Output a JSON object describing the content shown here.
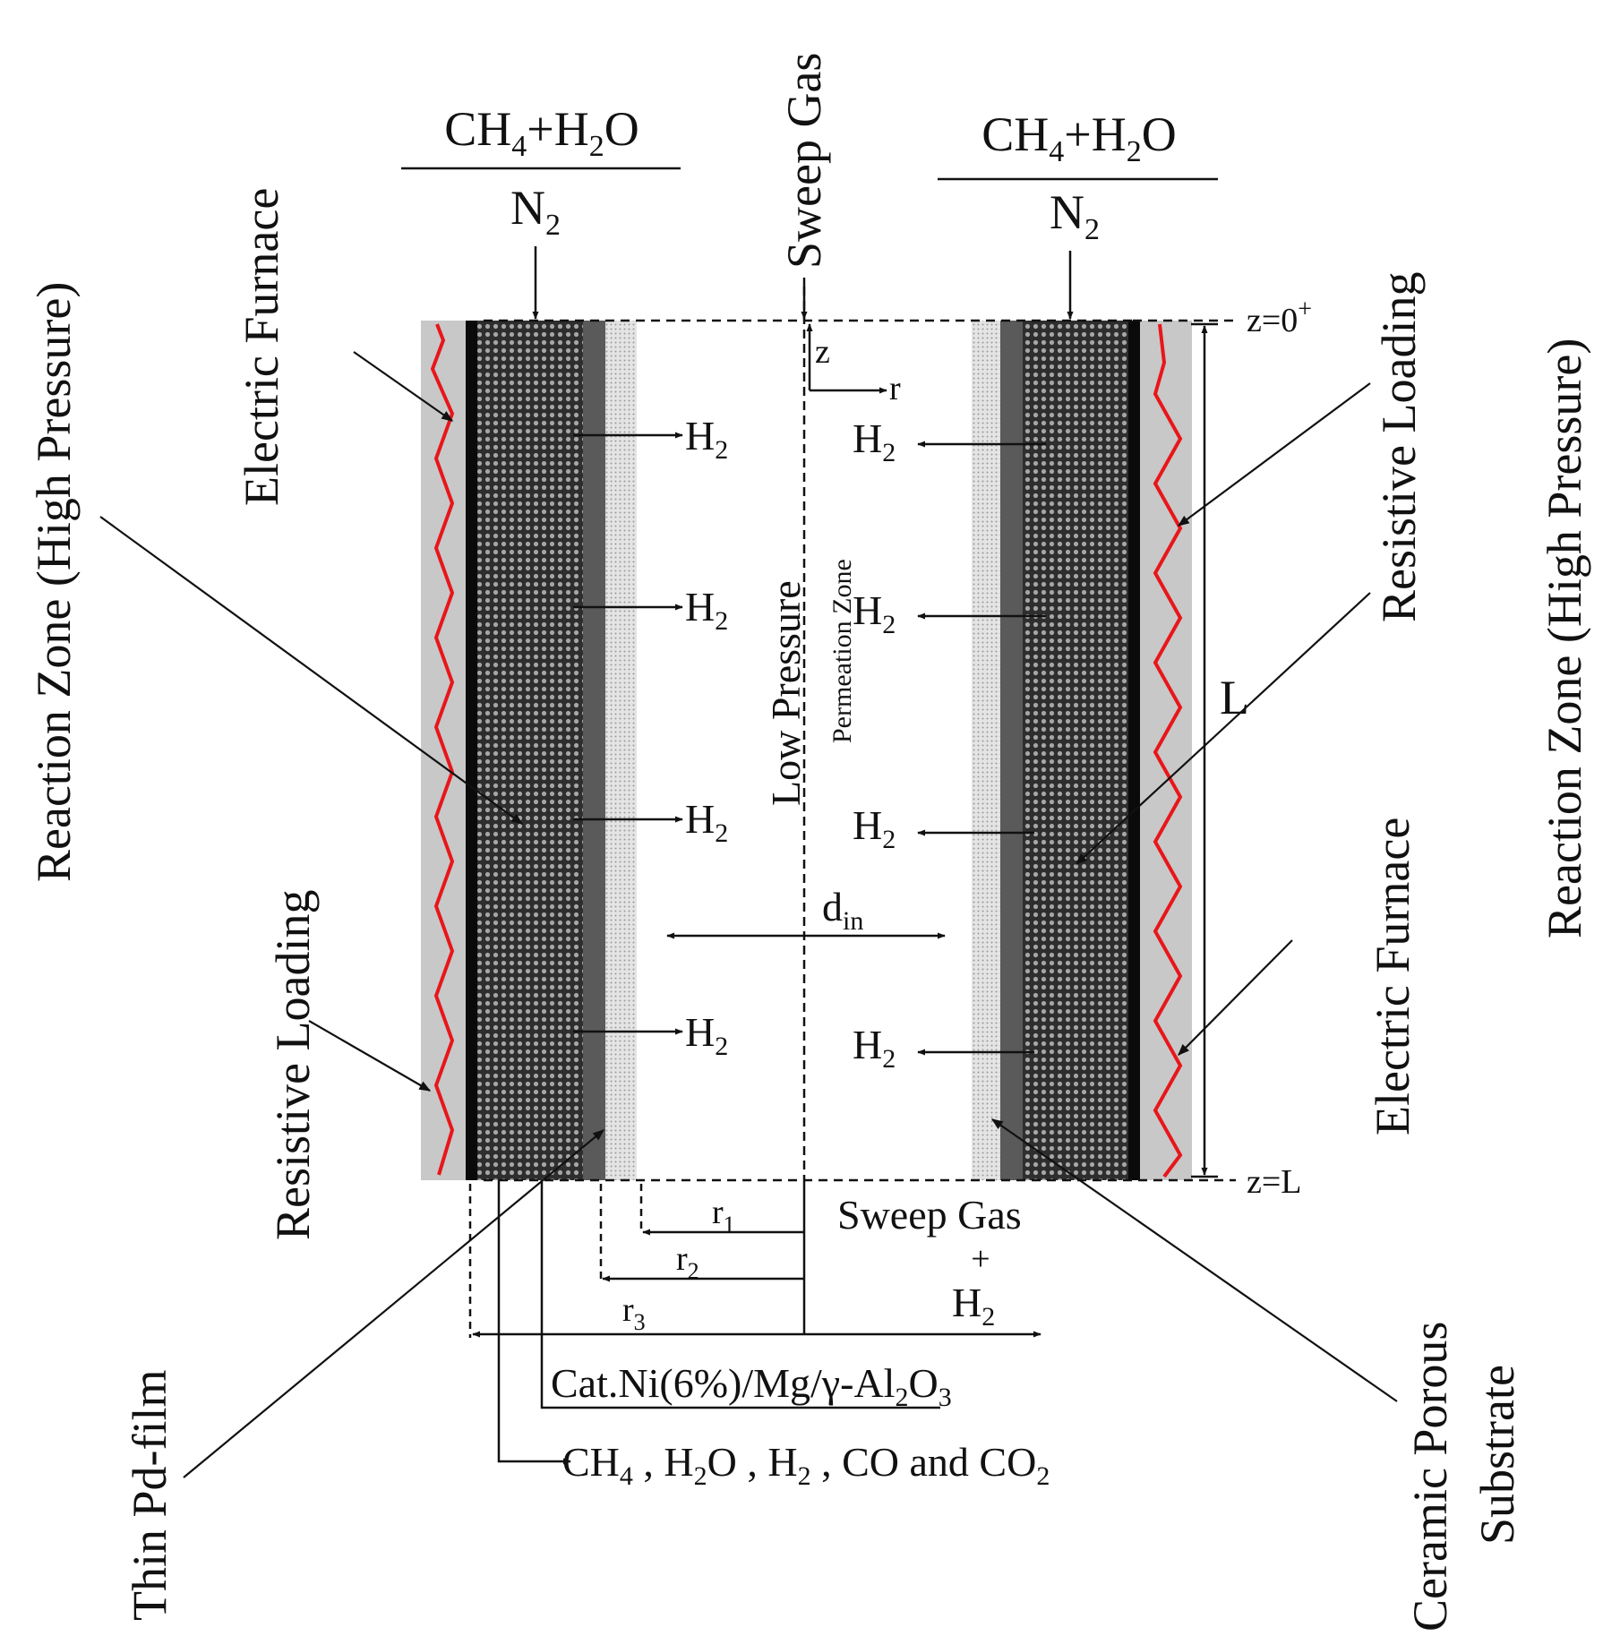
{
  "diagram": {
    "feed_left": {
      "line1": "CH4+H2O",
      "line2": "N2"
    },
    "feed_right": {
      "line1": "CH4+H2O",
      "line2": "N2"
    },
    "sweep_top": "Sweep Gas",
    "sweep_bottom": {
      "line1": "Sweep Gas",
      "plus": "+",
      "line2": "H2"
    },
    "labels": {
      "reaction_zone_left": "Reaction Zone (High Pressure)",
      "electric_furnace_left": "Electric Furnace",
      "resistive_loading_left": "Resistive Loading",
      "thin_pd_film": "Thin Pd-film",
      "reaction_zone_right": "Reaction Zone (High Pressure)",
      "resistive_loading_right": "Resistive Loading",
      "electric_furnace_right": "Electric Furnace",
      "ceramic_porous": "Ceramic Porous",
      "substrate": "Substrate",
      "low_pressure": "Low Pressure",
      "permeation_zone": "Permeation Zone"
    },
    "axes": {
      "z_top": "z=0+",
      "z_bottom": "z=L",
      "z": "z",
      "r": "r",
      "length": "L",
      "d_in": "din"
    },
    "radii": [
      "r1",
      "r2",
      "r3"
    ],
    "h2": "H2",
    "catalyst": "Cat.Ni(6%)/Mg/γ-Al2O3",
    "products": "CH4 , H2O , H2 , CO and CO2"
  }
}
